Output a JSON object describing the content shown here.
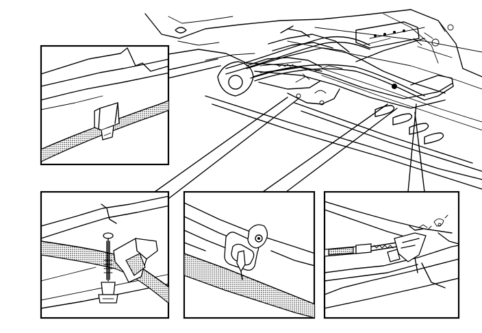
{
  "figure": {
    "panels": [
      {
        "name": "detail-cable-clip"
      },
      {
        "name": "detail-bracket-bolt"
      },
      {
        "name": "detail-cable-grommet"
      },
      {
        "name": "detail-cable-end"
      }
    ]
  }
}
